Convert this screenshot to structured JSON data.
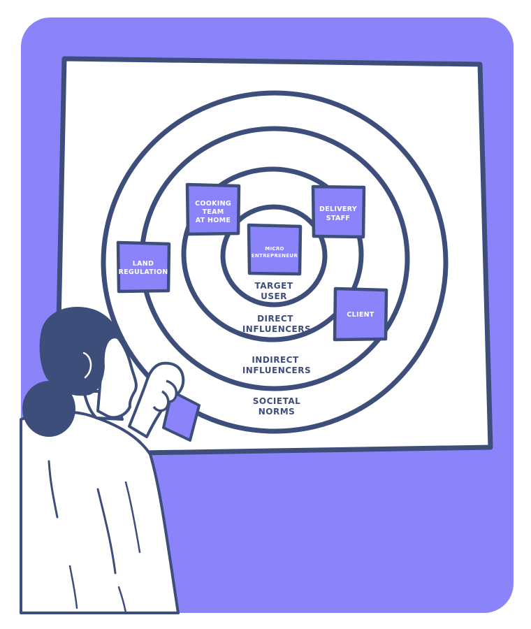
{
  "colors": {
    "background": "#8B83FA",
    "ink": "#3D4E7A",
    "board": "#FFFFFF",
    "note": "#8B83FA",
    "note_text": "#FFFFFF"
  },
  "rings": {
    "target": {
      "line1": "TARGET",
      "line2": "USER"
    },
    "direct": {
      "line1": "DIRECT",
      "line2": "INFLUENCERS"
    },
    "indirect": {
      "line1": "INDIRECT",
      "line2": "INFLUENCERS"
    },
    "societal": {
      "line1": "SOCIETAL",
      "line2": "NORMS"
    }
  },
  "notes": {
    "micro": {
      "line1": "MICRO",
      "line2": "ENTREPRENEUR"
    },
    "cooking": {
      "line1": "COOKING",
      "line2": "TEAM",
      "line3": "AT HOME"
    },
    "delivery": {
      "line1": "DELIVERY",
      "line2": "STAFF"
    },
    "land": {
      "line1": "LAND",
      "line2": "REGULATION"
    },
    "client": {
      "line1": "CLIENT"
    }
  },
  "icons": {
    "person": "person-placing-sticky-note-icon"
  }
}
